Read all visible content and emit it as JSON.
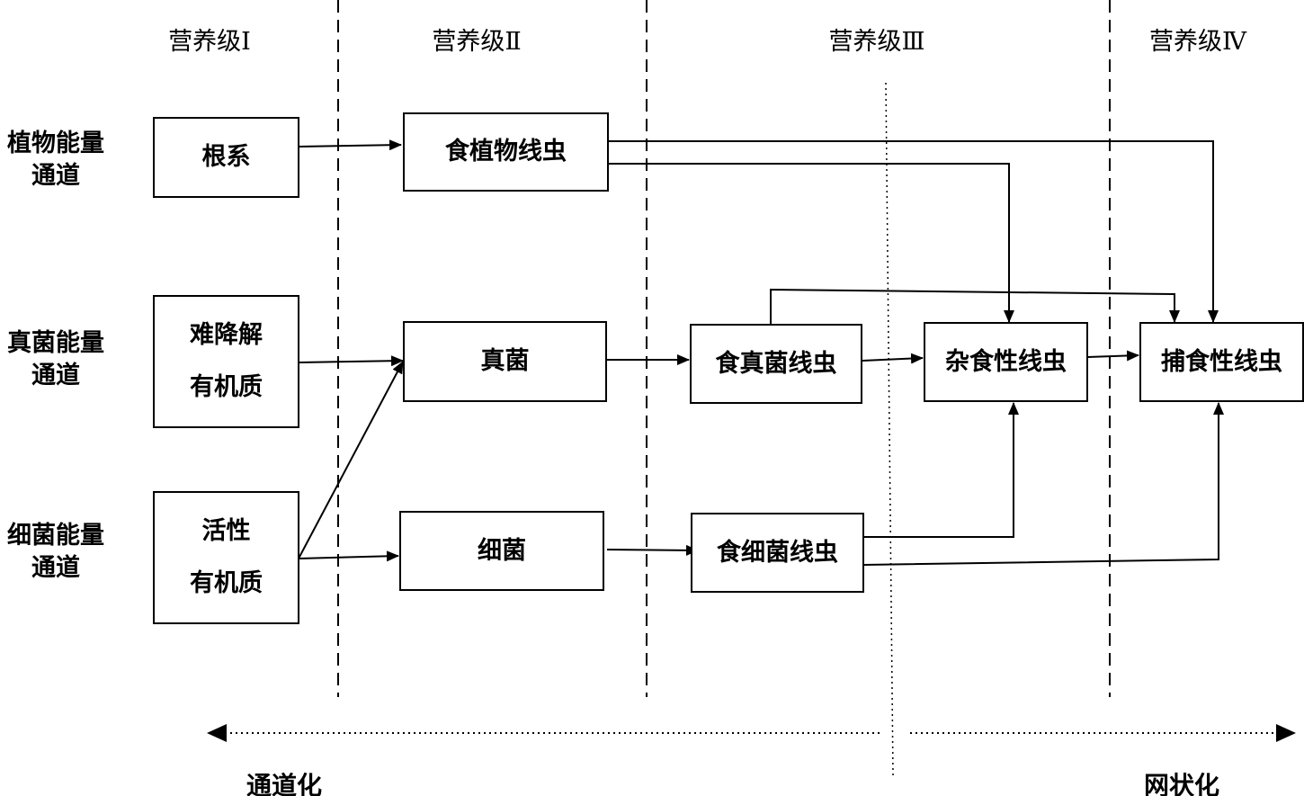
{
  "levels": {
    "l1": "营养级Ⅰ",
    "l2": "营养级Ⅱ",
    "l3": "营养级Ⅲ",
    "l4": "营养级Ⅳ"
  },
  "channels": {
    "plant": [
      "植物能量",
      "通道"
    ],
    "fungal": [
      "真菌能量",
      "通道"
    ],
    "bacterial": [
      "细菌能量",
      "通道"
    ]
  },
  "nodes": {
    "roots": "根系",
    "recalcitrant_om": [
      "难降解",
      "有机质"
    ],
    "labile_om": [
      "活性",
      "有机质"
    ],
    "plant_nematodes": "食植物线虫",
    "fungi": "真菌",
    "bacteria": "细菌",
    "fungivore_nematodes": "食真菌线虫",
    "bacterivore_nematodes": "食细菌线虫",
    "omnivore_nematodes": "杂食性线虫",
    "predator_nematodes": "捕食性线虫"
  },
  "bottom": {
    "left": "通道化",
    "right": "网状化"
  }
}
